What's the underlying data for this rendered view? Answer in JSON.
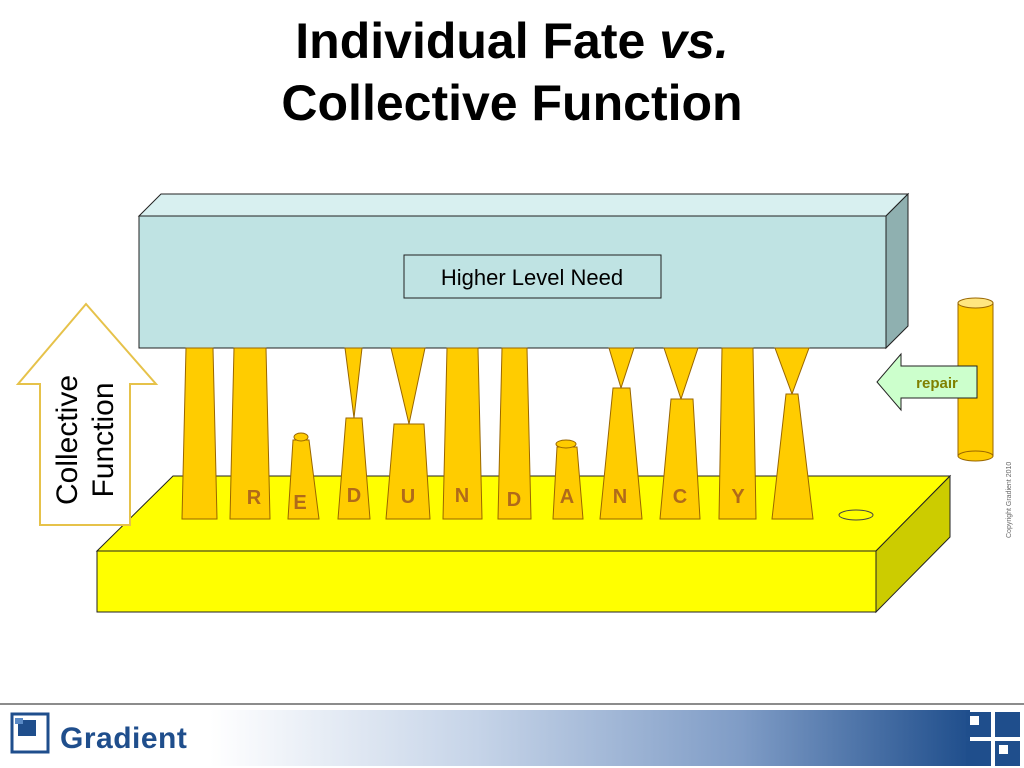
{
  "title": {
    "line1_prefix": "Individual Fate ",
    "line1_italic": "vs.",
    "line2": "Collective Function"
  },
  "diagram": {
    "need_label": "Higher Level Need",
    "collective_line1": "Collective",
    "collective_line2": "Function",
    "repair_label": "repair",
    "letters": [
      "R",
      "E",
      "D",
      "U",
      "N",
      "D",
      "A",
      "N",
      "C",
      "Y"
    ]
  },
  "copyright": "Copyright Gradient 2010",
  "brand": {
    "name": "Gradient"
  },
  "colors": {
    "platform_face": "#ffff00",
    "platform_side": "#cccc00",
    "block_face": "#bfe3e3",
    "block_top": "#d8f0f0",
    "block_side": "#8fb0b0",
    "column_fill": "#ffcc00",
    "letter_color": "#b06a1a",
    "repair_arrow": "#ccffcc",
    "repair_text": "#808000",
    "brand_blue": "#1f4e8c"
  }
}
